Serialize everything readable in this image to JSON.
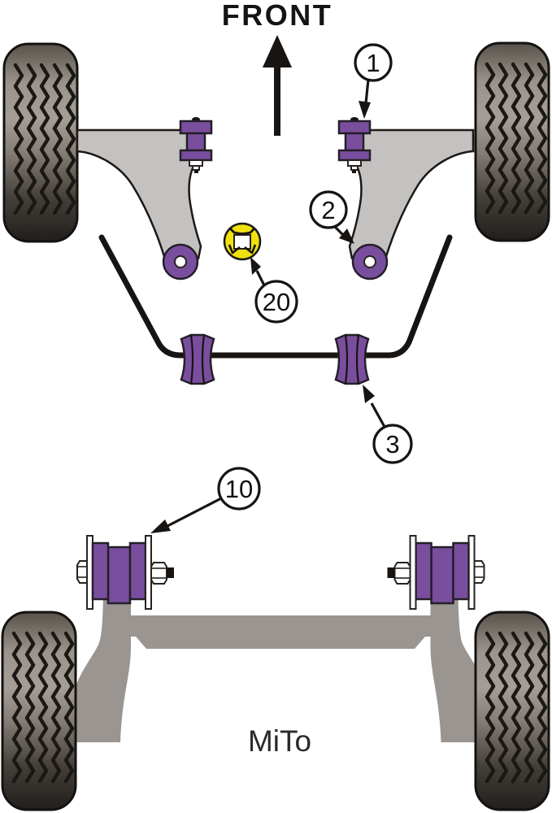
{
  "labels": {
    "front": "FRONT",
    "model": "MiTo"
  },
  "callouts": [
    {
      "number": "1"
    },
    {
      "number": "2"
    },
    {
      "number": "20"
    },
    {
      "number": "3"
    },
    {
      "number": "10"
    }
  ],
  "colors": {
    "bushing_purple": "#7a4e9e",
    "highlight_yellow": "#efe20e",
    "arm_gray": "#c4c2c0",
    "beam_gray": "#9a9591",
    "outline_black": "#171412"
  }
}
